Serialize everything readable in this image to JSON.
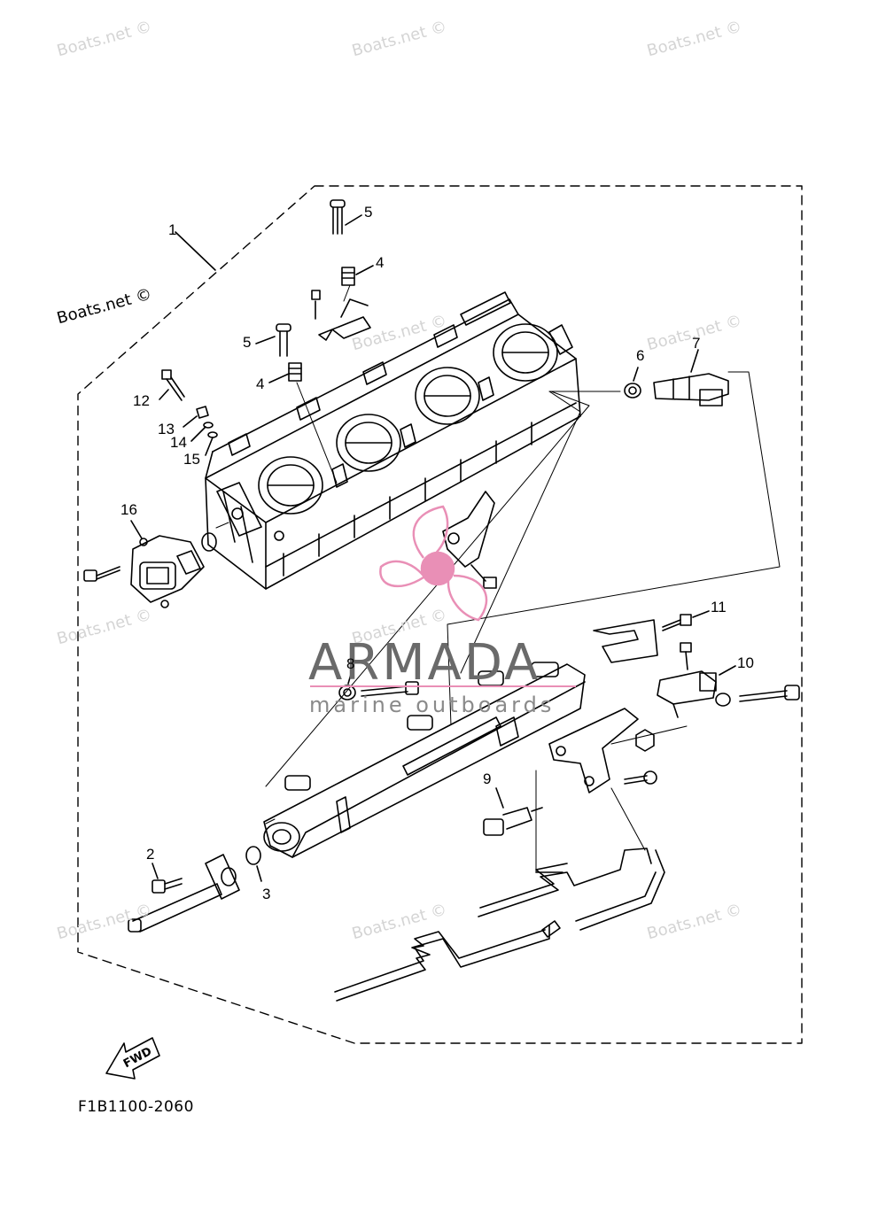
{
  "watermarks": [
    {
      "id": "wm-1",
      "text": "Boats.net ©"
    },
    {
      "id": "wm-2",
      "text": "Boats.net ©"
    },
    {
      "id": "wm-3",
      "text": "Boats.net ©"
    },
    {
      "id": "wm-4",
      "text": "Boats.net ©"
    },
    {
      "id": "wm-5",
      "text": "Boats.net ©"
    },
    {
      "id": "wm-6",
      "text": "Boats.net ©"
    },
    {
      "id": "wm-7",
      "text": "Boats.net ©"
    },
    {
      "id": "wm-8",
      "text": "Boats.net ©"
    },
    {
      "id": "wm-9",
      "text": "Boats.net ©"
    },
    {
      "id": "wm-10",
      "text": "Boats.net ©"
    }
  ],
  "boats_label": "Boats.net ©",
  "callouts": {
    "c1": "1",
    "c2": "2",
    "c3": "3",
    "c4a": "4",
    "c4b": "4",
    "c5a": "5",
    "c5b": "5",
    "c6": "6",
    "c7": "7",
    "c8": "8",
    "c9": "9",
    "c10": "10",
    "c11": "11",
    "c12": "12",
    "c13": "13",
    "c14": "14",
    "c15": "15",
    "c16": "16"
  },
  "fwd_label": "FWD",
  "part_code": "F1B1100-2060",
  "logo": {
    "word": "ARMADA",
    "subtitle": "marine outboards",
    "pink": "#e98fb6",
    "grey": "#6a6a6a"
  }
}
